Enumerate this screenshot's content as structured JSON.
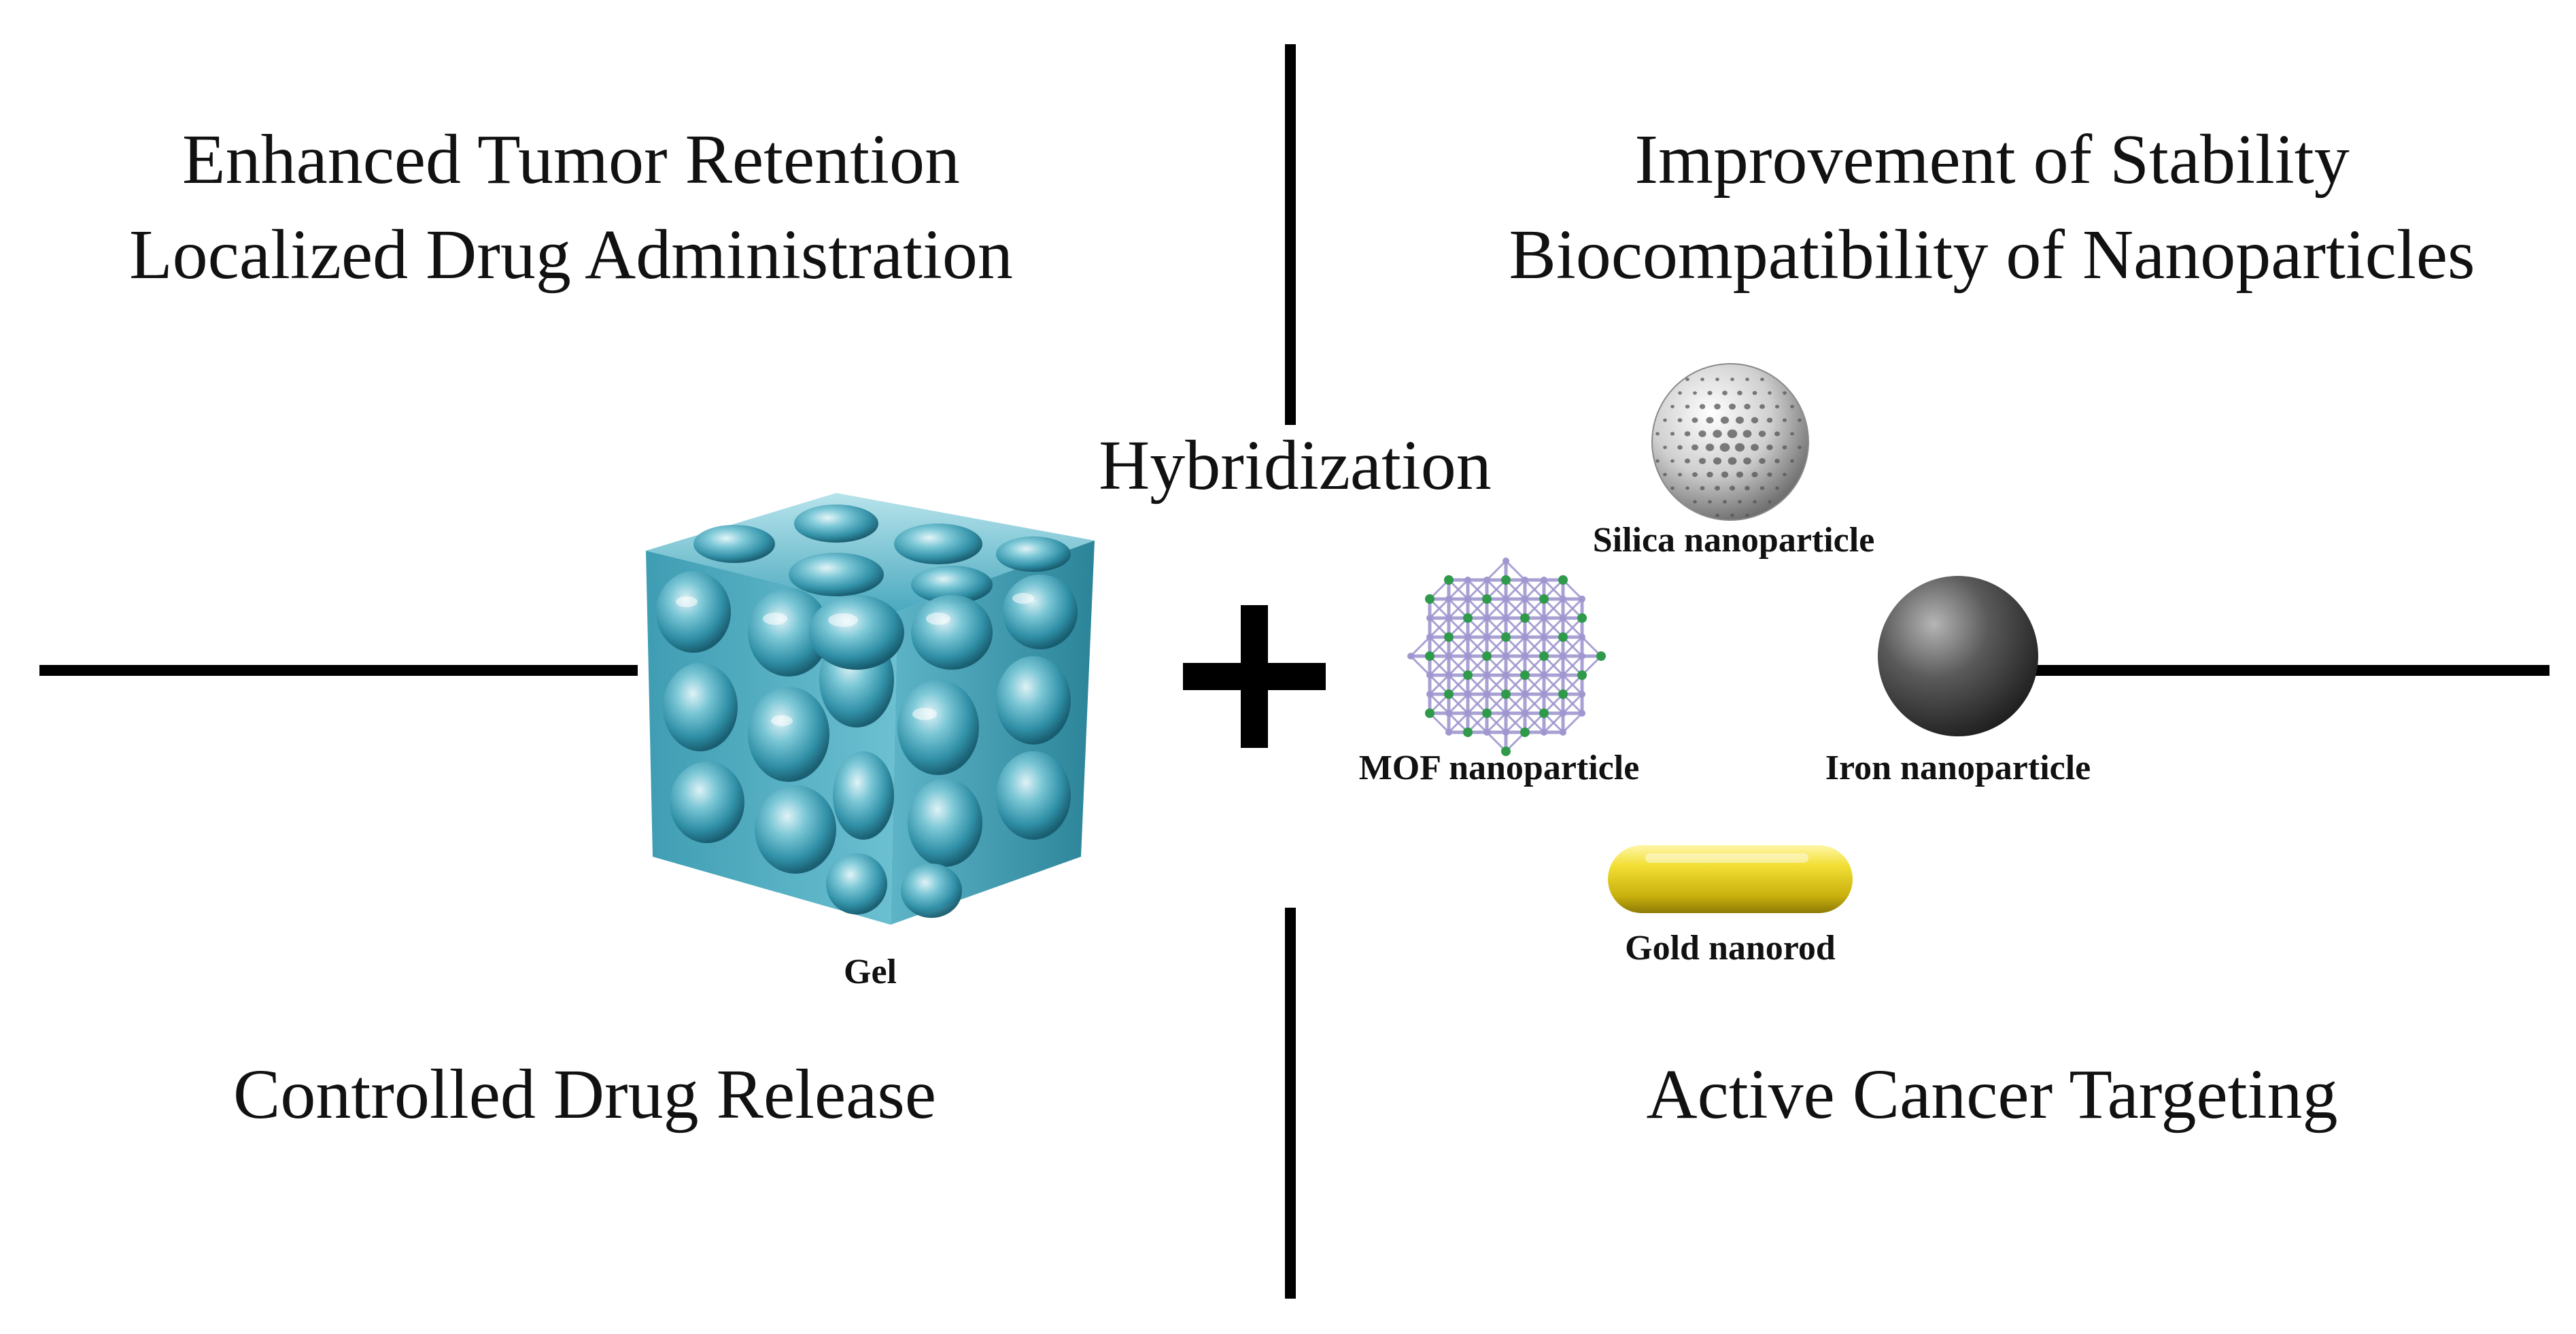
{
  "quadrants": {
    "top_left": {
      "line1": "Enhanced Tumor Retention",
      "line2": "Localized Drug Administration"
    },
    "top_right": {
      "line1": "Improvement of Stability",
      "line2": "Biocompatibility of Nanoparticles"
    },
    "bottom_left": {
      "line1": "Controlled Drug Release"
    },
    "bottom_right": {
      "line1": "Active Cancer Targeting"
    }
  },
  "center": {
    "label": "Hybridization",
    "operator_icon": "plus-icon"
  },
  "materials": {
    "gel": "Gel",
    "silica": "Silica nanoparticle",
    "mof": "MOF nanoparticle",
    "iron": "Iron nanoparticle",
    "gold": "Gold nanorod"
  },
  "colors": {
    "gel": "#3a9fb5",
    "mof_lattice": "#9f97cf",
    "mof_nodes": "#2e9a4a",
    "silica": "#cfcfcf",
    "iron": "#4d4d4d",
    "gold": "#e6cf1e"
  }
}
